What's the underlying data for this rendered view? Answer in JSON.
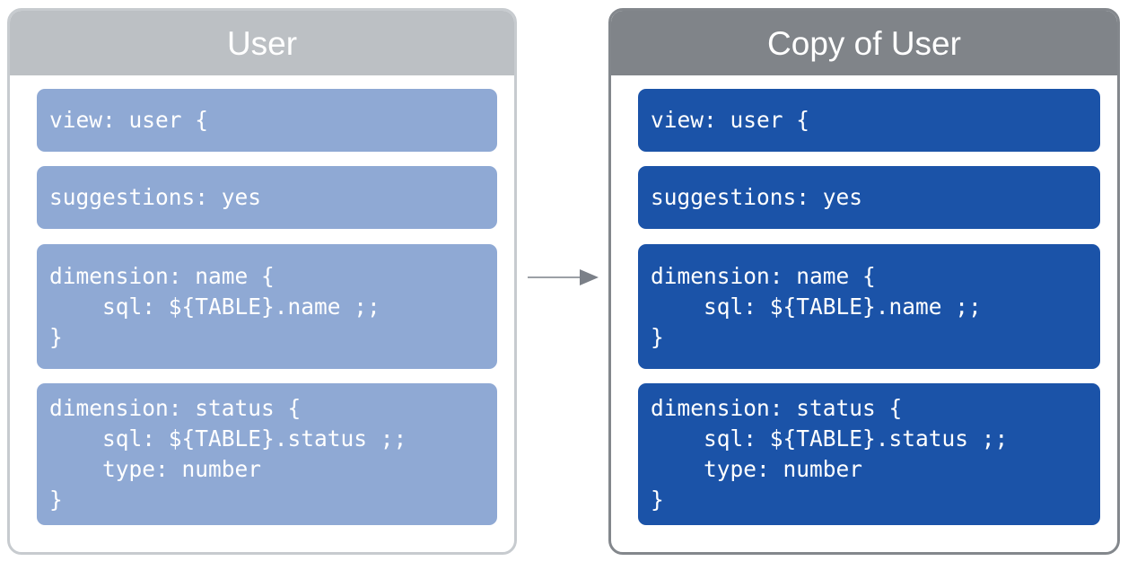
{
  "diagram": {
    "type": "before-after-copy",
    "arrow": {
      "icon": "arrow-right-icon",
      "color": "#7b8088",
      "direction": "left-to-right"
    },
    "panels": [
      {
        "id": "source",
        "title": "User",
        "header_color": "#bcc0c4",
        "border_color": "#c7cbcf",
        "block_color": "#8fa9d4",
        "text_color": "#ffffff",
        "blocks": [
          {
            "name": "view-declaration",
            "code": "view: user {"
          },
          {
            "name": "suggestions-parameter",
            "code": "suggestions: yes"
          },
          {
            "name": "dimension-name",
            "code": "dimension: name {\n    sql: ${TABLE}.name ;;\n}"
          },
          {
            "name": "dimension-status",
            "code": "dimension: status {\n    sql: ${TABLE}.status ;;\n    type: number\n}"
          }
        ]
      },
      {
        "id": "copy",
        "title": "Copy of User",
        "header_color": "#808489",
        "border_color": "#83878c",
        "block_color": "#1b53a8",
        "text_color": "#ffffff",
        "blocks": [
          {
            "name": "view-declaration",
            "code": "view: user {"
          },
          {
            "name": "suggestions-parameter",
            "code": "suggestions: yes"
          },
          {
            "name": "dimension-name",
            "code": "dimension: name {\n    sql: ${TABLE}.name ;;\n}"
          },
          {
            "name": "dimension-status",
            "code": "dimension: status {\n    sql: ${TABLE}.status ;;\n    type: number\n}"
          }
        ]
      }
    ]
  }
}
